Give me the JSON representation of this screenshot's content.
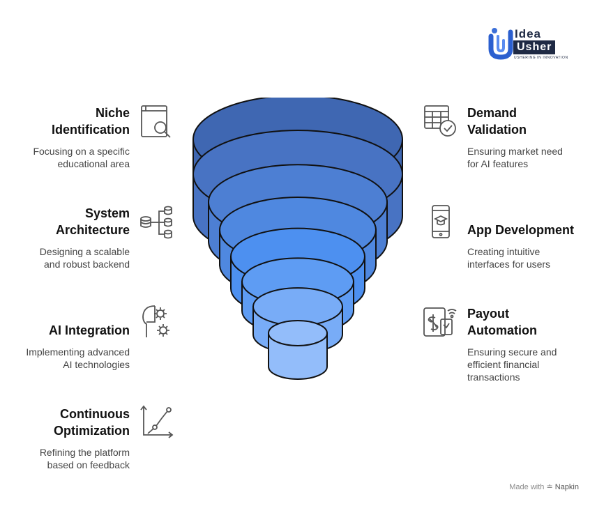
{
  "logo": {
    "line1": "Idea",
    "line2": "Usher",
    "tagline": "USHERING IN INNOVATION"
  },
  "left_items": [
    {
      "title_lines": [
        "Niche",
        "Identification"
      ],
      "desc_lines": [
        "Focusing on a specific",
        "educational area"
      ],
      "icon": "book-search-icon"
    },
    {
      "title_lines": [
        "System",
        "Architecture"
      ],
      "desc_lines": [
        "Designing a scalable",
        "and robust backend"
      ],
      "icon": "database-network-icon"
    },
    {
      "title_lines": [
        "AI Integration"
      ],
      "desc_lines": [
        "Implementing advanced",
        "AI technologies"
      ],
      "icon": "ai-head-gear-icon"
    },
    {
      "title_lines": [
        "Continuous",
        "Optimization"
      ],
      "desc_lines": [
        "Refining the platform",
        "based on feedback"
      ],
      "icon": "growth-chart-icon"
    }
  ],
  "right_items": [
    {
      "title_lines": [
        "Demand",
        "Validation"
      ],
      "desc_lines": [
        "Ensuring market need",
        "for AI features"
      ],
      "icon": "table-check-icon"
    },
    {
      "title_lines": [
        "App Development"
      ],
      "desc_lines": [
        "Creating intuitive",
        "interfaces for users"
      ],
      "icon": "mobile-education-icon"
    },
    {
      "title_lines": [
        "Payout",
        "Automation"
      ],
      "desc_lines": [
        "Ensuring secure and",
        "efficient financial",
        "transactions"
      ],
      "icon": "payment-automation-icon"
    }
  ],
  "funnel": {
    "stages": 8,
    "colors": [
      "#3f67b2",
      "#4873c3",
      "#4d7fd3",
      "#4f88e0",
      "#4d90f0",
      "#5e9cf3",
      "#78acf7",
      "#93bdfa"
    ]
  },
  "footer": {
    "prefix": "Made with",
    "brand": "Napkin"
  }
}
